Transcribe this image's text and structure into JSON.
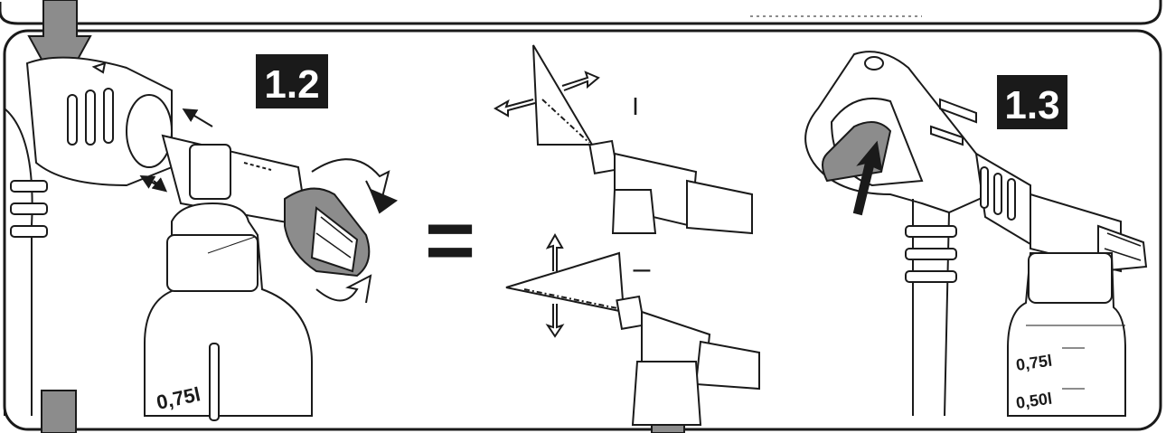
{
  "steps": {
    "step_1_2": {
      "label": "1.2"
    },
    "step_1_3": {
      "label": "1.3"
    }
  },
  "bottle_labels": {
    "left_volume": "0,75l",
    "right_volume_top": "0,75l",
    "right_volume_bottom": "0,50l"
  },
  "middle": {
    "equals": "=",
    "narrow_symbol": "I",
    "wide_symbol": "–"
  },
  "colors": {
    "line": "#1a1a1a",
    "step_badge": "#1a1a1a",
    "highlight_gray": "#8c8c8c",
    "frame_gray": "#6e6e6e"
  }
}
